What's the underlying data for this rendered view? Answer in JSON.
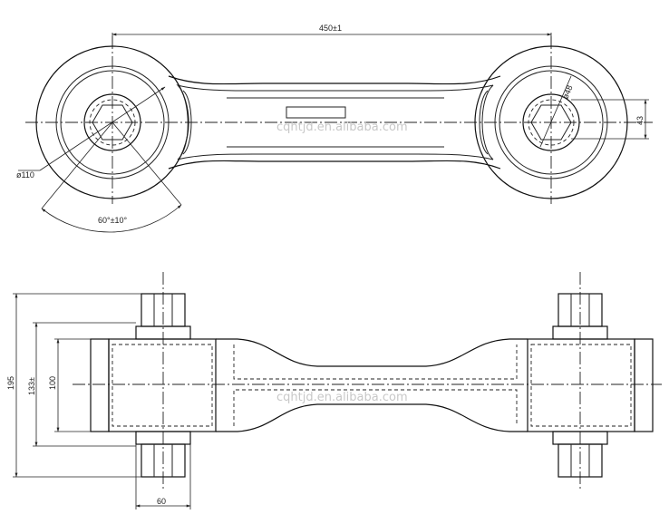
{
  "top_view": {
    "dim_length": "450±1",
    "dim_bore_diameter": "ø110",
    "dim_hole_diameter": "ø48",
    "dim_offset": "43",
    "dim_angle": "60°±10°",
    "watermark": "cqhtjd.en.alibaba.com"
  },
  "side_view": {
    "dim_total_height": "195",
    "dim_outer_height": "133±",
    "dim_inner_height": "100",
    "dim_boss_width": "60",
    "watermark": "cqhtjd.en.alibaba.com"
  }
}
